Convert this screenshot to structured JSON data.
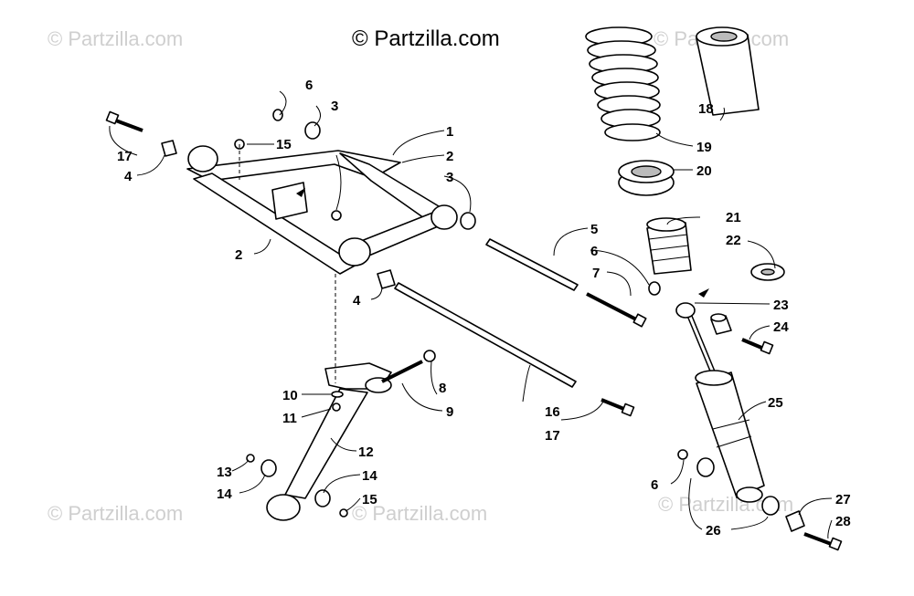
{
  "copyright": "© Partzilla.com",
  "watermark": "© Partzilla.com",
  "callouts": {
    "c1": "1",
    "c2a": "2",
    "c2b": "2",
    "c3a": "3",
    "c3b": "3",
    "c4a": "4",
    "c4b": "4",
    "c5": "5",
    "c6a": "6",
    "c6b": "6",
    "c6c": "6",
    "c7": "7",
    "c8": "8",
    "c9": "9",
    "c10": "10",
    "c11": "11",
    "c12": "12",
    "c13": "13",
    "c14a": "14",
    "c14b": "14",
    "c15a": "15",
    "c15b": "15",
    "c16": "16",
    "c17a": "17",
    "c17b": "17",
    "c18": "18",
    "c19": "19",
    "c20": "20",
    "c21": "21",
    "c22": "22",
    "c23": "23",
    "c24": "24",
    "c25": "25",
    "c26": "26",
    "c27": "27",
    "c28": "28"
  }
}
